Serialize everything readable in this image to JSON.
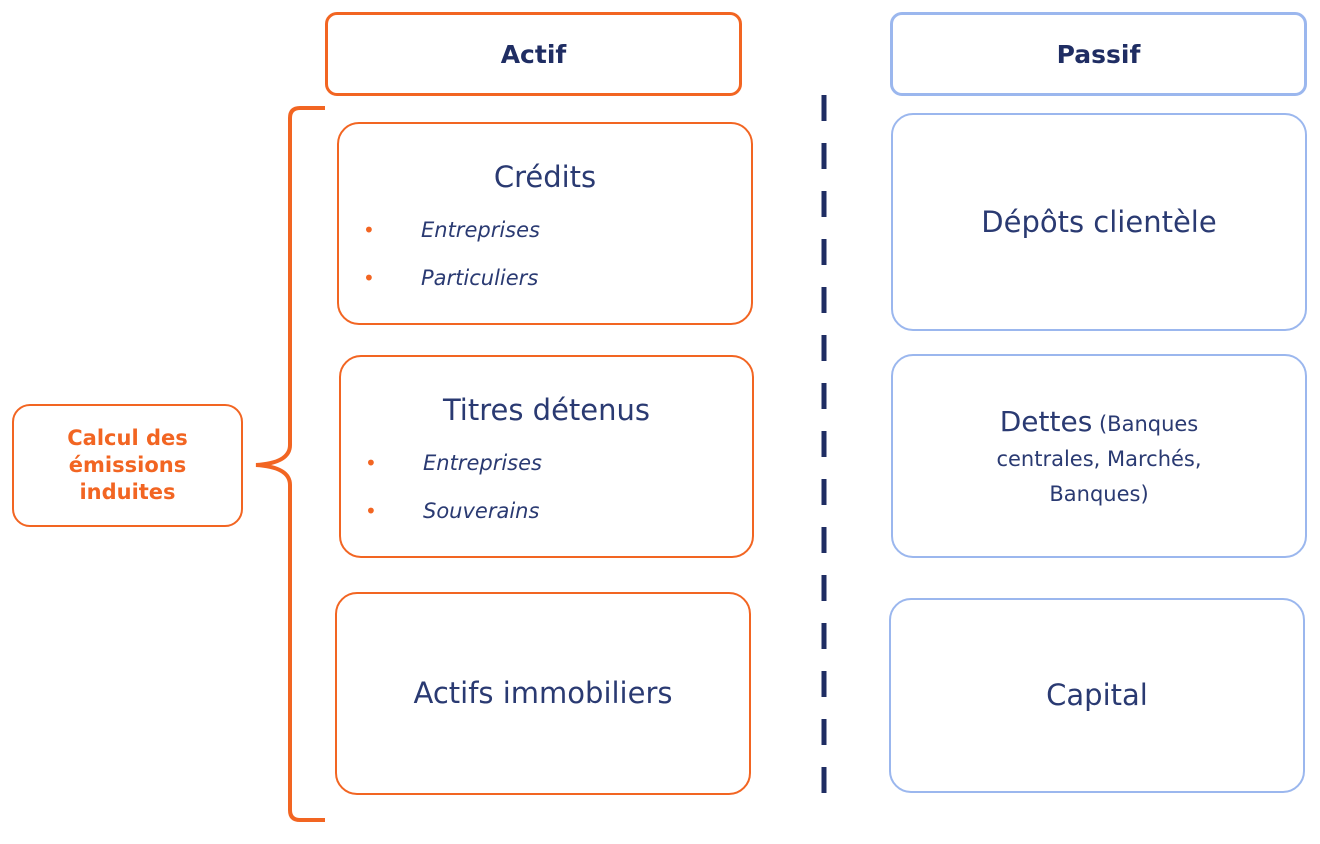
{
  "asset_header": "Actif",
  "liability_header": "Passif",
  "calc_label_lines": [
    "Calcul des",
    "émissions",
    "induites"
  ],
  "assets": [
    {
      "title": "Crédits",
      "items": [
        "Entreprises",
        "Particuliers"
      ]
    },
    {
      "title": "Titres détenus",
      "items": [
        "Entreprises",
        "Souverains"
      ]
    },
    {
      "title": "Actifs immobiliers",
      "items": []
    }
  ],
  "liabilities": [
    {
      "title": "Dépôts clientèle"
    },
    {
      "title_main": "Dettes",
      "title_rest": " (Banques centrales, Marchés, Banques)"
    },
    {
      "title": "Capital"
    }
  ],
  "bullet_symbol": "•",
  "colors": {
    "asset_accent": "#f26522",
    "liability_accent": "#9bb7ee",
    "text": "#2a3a72",
    "divider": "#1f2d63"
  },
  "icons": {
    "left_brace": "curly-brace",
    "divider": "dashed-line"
  }
}
